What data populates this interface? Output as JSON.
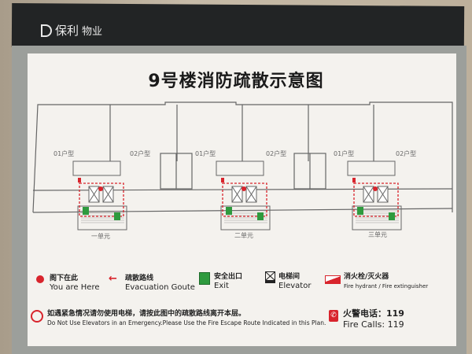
{
  "brand": {
    "logo_text": "保利",
    "suffix": "物业"
  },
  "title": "9号楼消防疏散示意图",
  "plan": {
    "apartment_labels": [
      "01户型",
      "02户型",
      "01户型",
      "02户型",
      "01户型",
      "02户型"
    ],
    "units": [
      "一单元",
      "二单元",
      "三单元"
    ]
  },
  "legend": {
    "you_are_here": {
      "zh": "阁下在此",
      "en": "You are Here"
    },
    "route": {
      "zh": "疏散路线",
      "en": "Evacuation Goute"
    },
    "exit": {
      "zh": "安全出口",
      "en": "Exit"
    },
    "elevator": {
      "zh": "电梯间",
      "en": "Elevator"
    },
    "hydrant": {
      "zh": "消火栓/灭火器",
      "en": "Fire hydrant / Fire extinguisher"
    },
    "warning": {
      "zh": "如遇紧急情况请勿使用电梯，请按此图中的疏散路线离开本层。",
      "en": "Do Not Use Elevators in an Emergency.Please Use the Fire Escape Route Indicated in this Plan."
    },
    "fire_call": {
      "zh": "火警电话：119",
      "en": "Fire Calls: 119"
    }
  },
  "colors": {
    "red": "#d8242c",
    "green": "#2e9a3e",
    "band": "#222425"
  }
}
